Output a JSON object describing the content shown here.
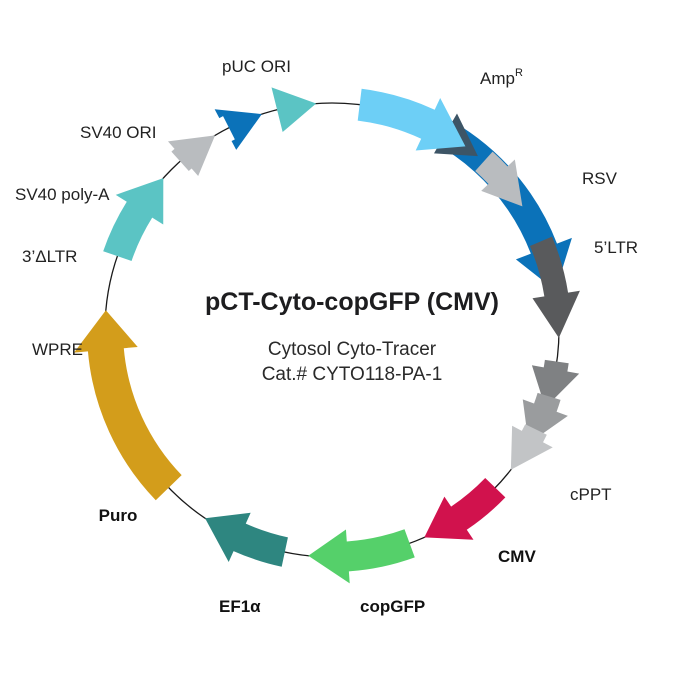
{
  "plasmid": {
    "name": "pCT-Cyto-copGFP (CMV)",
    "subtitle_line1": "Cytosol Cyto-Tracer",
    "subtitle_line2": "Cat.# CYTO118-PA-1"
  },
  "features": [
    {
      "id": "ampr",
      "label": "Amp",
      "superscript": "R",
      "bold": false,
      "color": "#0b72b9"
    },
    {
      "id": "rsv",
      "label": "RSV",
      "bold": false,
      "color": "#3d5566"
    },
    {
      "id": "ltr5",
      "label": "5’LTR",
      "bold": false,
      "color": "#b9bcbf"
    },
    {
      "id": "gray1",
      "label": "",
      "bold": false,
      "color": "#595a5c"
    },
    {
      "id": "gray2",
      "label": "",
      "bold": false,
      "color": "#7f8183"
    },
    {
      "id": "gray3",
      "label": "",
      "bold": false,
      "color": "#9a9c9e"
    },
    {
      "id": "cppt",
      "label": "cPPT",
      "bold": false,
      "color": "#c2c4c6"
    },
    {
      "id": "cmv",
      "label": "CMV",
      "bold": true,
      "color": "#d1124d"
    },
    {
      "id": "copgfp",
      "label": "copGFP",
      "bold": true,
      "color": "#55d06a"
    },
    {
      "id": "ef1a",
      "label": "EF1α",
      "bold": true,
      "color": "#2e8680"
    },
    {
      "id": "puro",
      "label": "Puro",
      "bold": true,
      "color": "#d39d1b"
    },
    {
      "id": "wpre",
      "label": "WPRE",
      "bold": false,
      "color": "#5bc4c4"
    },
    {
      "id": "ltr3",
      "label": "3’ΔLTR",
      "bold": false,
      "color": "#b9bcbf"
    },
    {
      "id": "sv40pa",
      "label": "SV40 poly-A",
      "bold": false,
      "color": "#0b72b9"
    },
    {
      "id": "sv40ori",
      "label": "SV40 ORI",
      "bold": false,
      "color": "#5bc4c4"
    },
    {
      "id": "puc",
      "label": "pUC ORI",
      "bold": false,
      "color": "#6dcff6"
    }
  ]
}
